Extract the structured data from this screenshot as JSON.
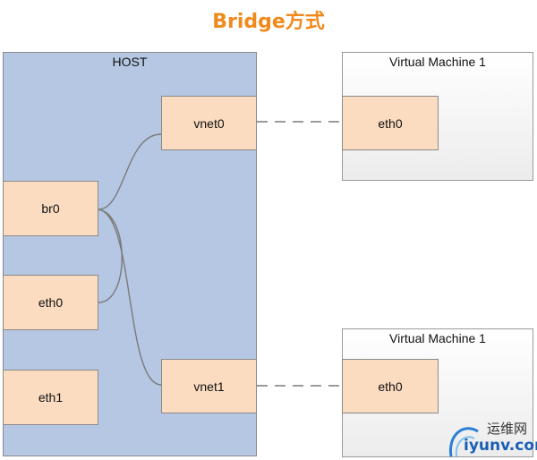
{
  "title": "Bridge方式",
  "host": {
    "label": "HOST"
  },
  "nodes": {
    "br0": "br0",
    "eth0": "eth0",
    "eth1": "eth1",
    "vnet0": "vnet0",
    "vnet1": "vnet1"
  },
  "vms": [
    {
      "label": "Virtual Machine 1",
      "nic": "eth0"
    },
    {
      "label": "Virtual Machine 1",
      "nic": "eth0"
    }
  ],
  "watermark": {
    "line1": "运维网",
    "line2": "iyunv.com"
  },
  "colors": {
    "title": "#f08a1c",
    "host_bg": "#b5c7e2",
    "node_bg": "#fcdcc1",
    "wire": "#7a7a7a"
  }
}
